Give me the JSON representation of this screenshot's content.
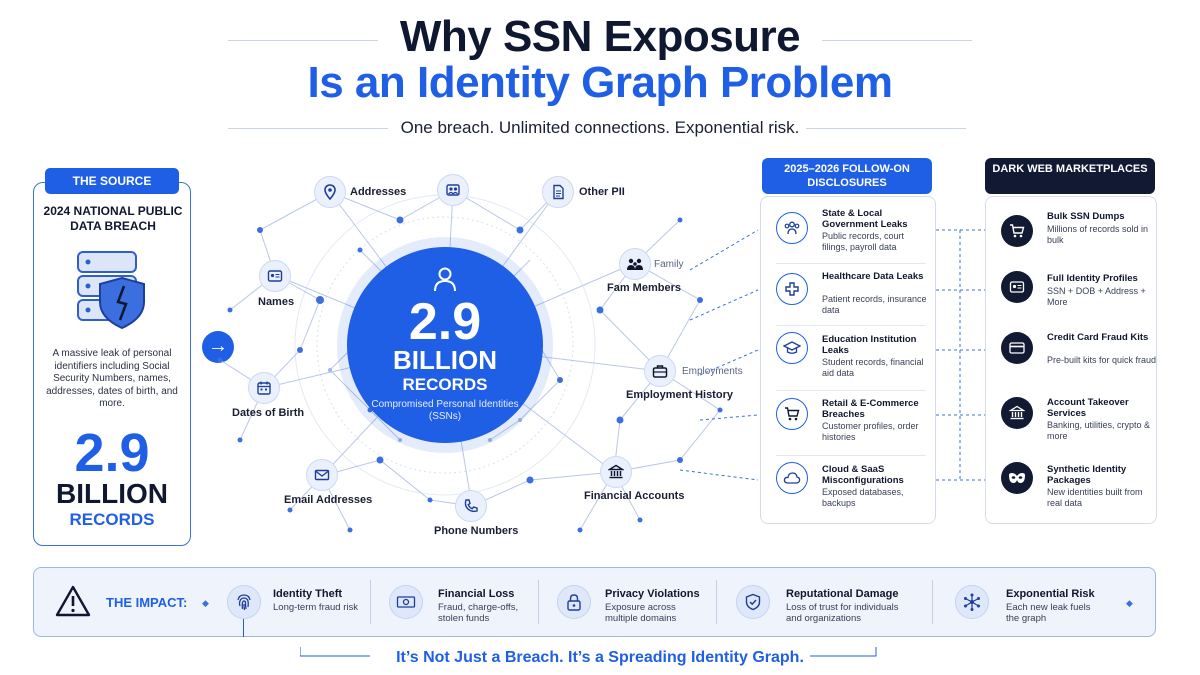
{
  "header": {
    "title_line1": "Why SSN Exposure",
    "title_line2": "Is an Identity Graph Problem",
    "subtitle": "One breach. Unlimited connections. Exponential risk."
  },
  "source": {
    "tag": "THE SOURCE",
    "heading": "2024 NATIONAL PUBLIC DATA BREACH",
    "description": "A massive leak of personal identifiers including Social Security Numbers, names, addresses, dates of birth, and more.",
    "big_number": "2.9",
    "billion": "BILLION",
    "records": "RECORDS"
  },
  "center": {
    "big_number": "2.9",
    "billion": "BILLION",
    "records": "RECORDS",
    "description": "Compromised Personal Identities (SSNs)"
  },
  "nodes": {
    "addresses": "Addresses",
    "other_pii": "Other PII",
    "names": "Names",
    "family_members": "Fam Members",
    "family_faint": "Family",
    "dates_of_birth": "Dates of Birth",
    "employment_history": "Employment History",
    "employment_faint": "Employments",
    "email_addresses": "Email Addresses",
    "phone_numbers": "Phone Numbers",
    "financial_accounts": "Financial Accounts"
  },
  "disclosures": {
    "tag": "2025–2026 FOLLOW-ON DISCLOSURES",
    "items": [
      {
        "title": "State & Local Government Leaks",
        "desc": "Public records, court filings, payroll data",
        "icon": "people-icon"
      },
      {
        "title": "Healthcare Data Leaks",
        "desc": "Patient records, insurance data",
        "icon": "medical-cross-icon"
      },
      {
        "title": "Education Institution Leaks",
        "desc": "Student records, financial aid data",
        "icon": "graduation-cap-icon"
      },
      {
        "title": "Retail & E-Commerce Breaches",
        "desc": "Customer profiles, order histories",
        "icon": "cart-icon"
      },
      {
        "title": "Cloud & SaaS Misconfigurations",
        "desc": "Exposed databases, backups",
        "icon": "cloud-icon"
      }
    ]
  },
  "dark_web": {
    "tag": "DARK WEB MARKETPLACES",
    "items": [
      {
        "title": "Bulk SSN Dumps",
        "desc": "Millions of records sold in bulk",
        "icon": "cart-icon"
      },
      {
        "title": "Full Identity Profiles",
        "desc": "SSN + DOB + Address + More",
        "icon": "id-card-icon"
      },
      {
        "title": "Credit Card Fraud Kits",
        "desc": "Pre-built kits for quick fraud",
        "icon": "credit-card-icon"
      },
      {
        "title": "Account Takeover Services",
        "desc": "Banking, utilities, crypto & more",
        "icon": "bank-icon"
      },
      {
        "title": "Synthetic Identity Packages",
        "desc": "New identities built from real data",
        "icon": "mask-icon"
      }
    ]
  },
  "impact": {
    "label": "THE IMPACT:",
    "items": [
      {
        "title": "Identity Theft",
        "desc": "Long-term fraud risk"
      },
      {
        "title": "Financial Loss",
        "desc": "Fraud, charge-offs, stolen funds"
      },
      {
        "title": "Privacy Violations",
        "desc": "Exposure across multiple domains"
      },
      {
        "title": "Reputational Damage",
        "desc": "Loss of trust for individuals and organizations"
      },
      {
        "title": "Exponential Risk",
        "desc": "Each new leak fuels the graph"
      }
    ]
  },
  "tagline": "It’s Not Just a Breach. It’s a Spreading Identity Graph.",
  "colors": {
    "accent": "#1f5fe6",
    "dark": "#121a33",
    "text": "#10172e"
  }
}
